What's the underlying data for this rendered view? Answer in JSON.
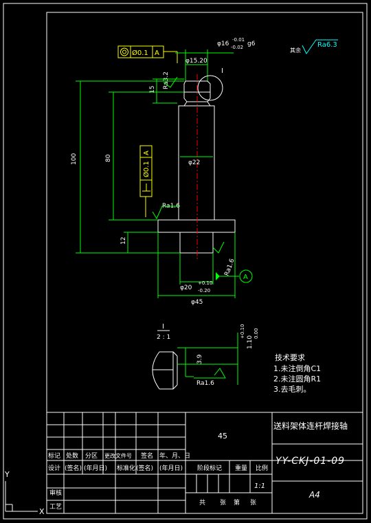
{
  "part_dims": {
    "fit_dim": "φ16",
    "fit_tol_upper": "-0.01",
    "fit_tol_lower": "-0.02",
    "fit_grade": "g6",
    "head_dia": "φ15.20",
    "chamfer_rough": "Ra3.2",
    "head_len": "15",
    "shaft_dia": "φ22",
    "bottom_len": "12",
    "total_len": "100",
    "mid_len": "80",
    "seat_dia": "φ20",
    "seat_tol_upper": "+0.10",
    "seat_tol_lower": "-0.20",
    "flange_dia": "φ45",
    "rough_shaft": "Ra1.6",
    "rough_seat": "Ra1.6",
    "datum_letter": "A",
    "detail_marker": "I"
  },
  "gdt": {
    "coax_value": "Ø0.1",
    "coax_datum": "A",
    "perp_value": "Ø0.1",
    "perp_datum": "A"
  },
  "general_rough": {
    "label": "其余",
    "value": "Ra6.3"
  },
  "detail": {
    "title": "I",
    "scale": "2 : 1",
    "groove_depth": "3.9",
    "groove_width": "1.10",
    "groove_tol_upper": "+0.10",
    "groove_tol_lower": "0.00",
    "rough": "Ra1.6"
  },
  "notes": {
    "title": "技术要求",
    "lines": [
      "1.未注倒角C1",
      "2.未注圆角R1",
      "3.去毛刺。"
    ]
  },
  "title_block": {
    "material": "45",
    "part_name": "送料架体连杆焊接轴",
    "drawing_no": "YY-CKJ-01-09",
    "sheet_size": "A4",
    "scale": "1:1",
    "col_mark": "标记",
    "col_count": "处数",
    "col_zone": "分区",
    "col_doc": "更改文件号",
    "col_sign": "签名",
    "col_date": "年、月、日",
    "design": "设计",
    "design_sign": "(签名)",
    "design_date": "(年月日)",
    "std": "标准化",
    "std_sign": "(签名)",
    "std_date": "(年月日)",
    "stage": "阶段标记",
    "weight": "重量",
    "ratio": "比例",
    "review": "审核",
    "process": "工艺",
    "total": "共",
    "sheets": "张",
    "sheet_no": "第",
    "sheet_unit": "张"
  },
  "ucs": {
    "x": "X",
    "y": "Y"
  }
}
